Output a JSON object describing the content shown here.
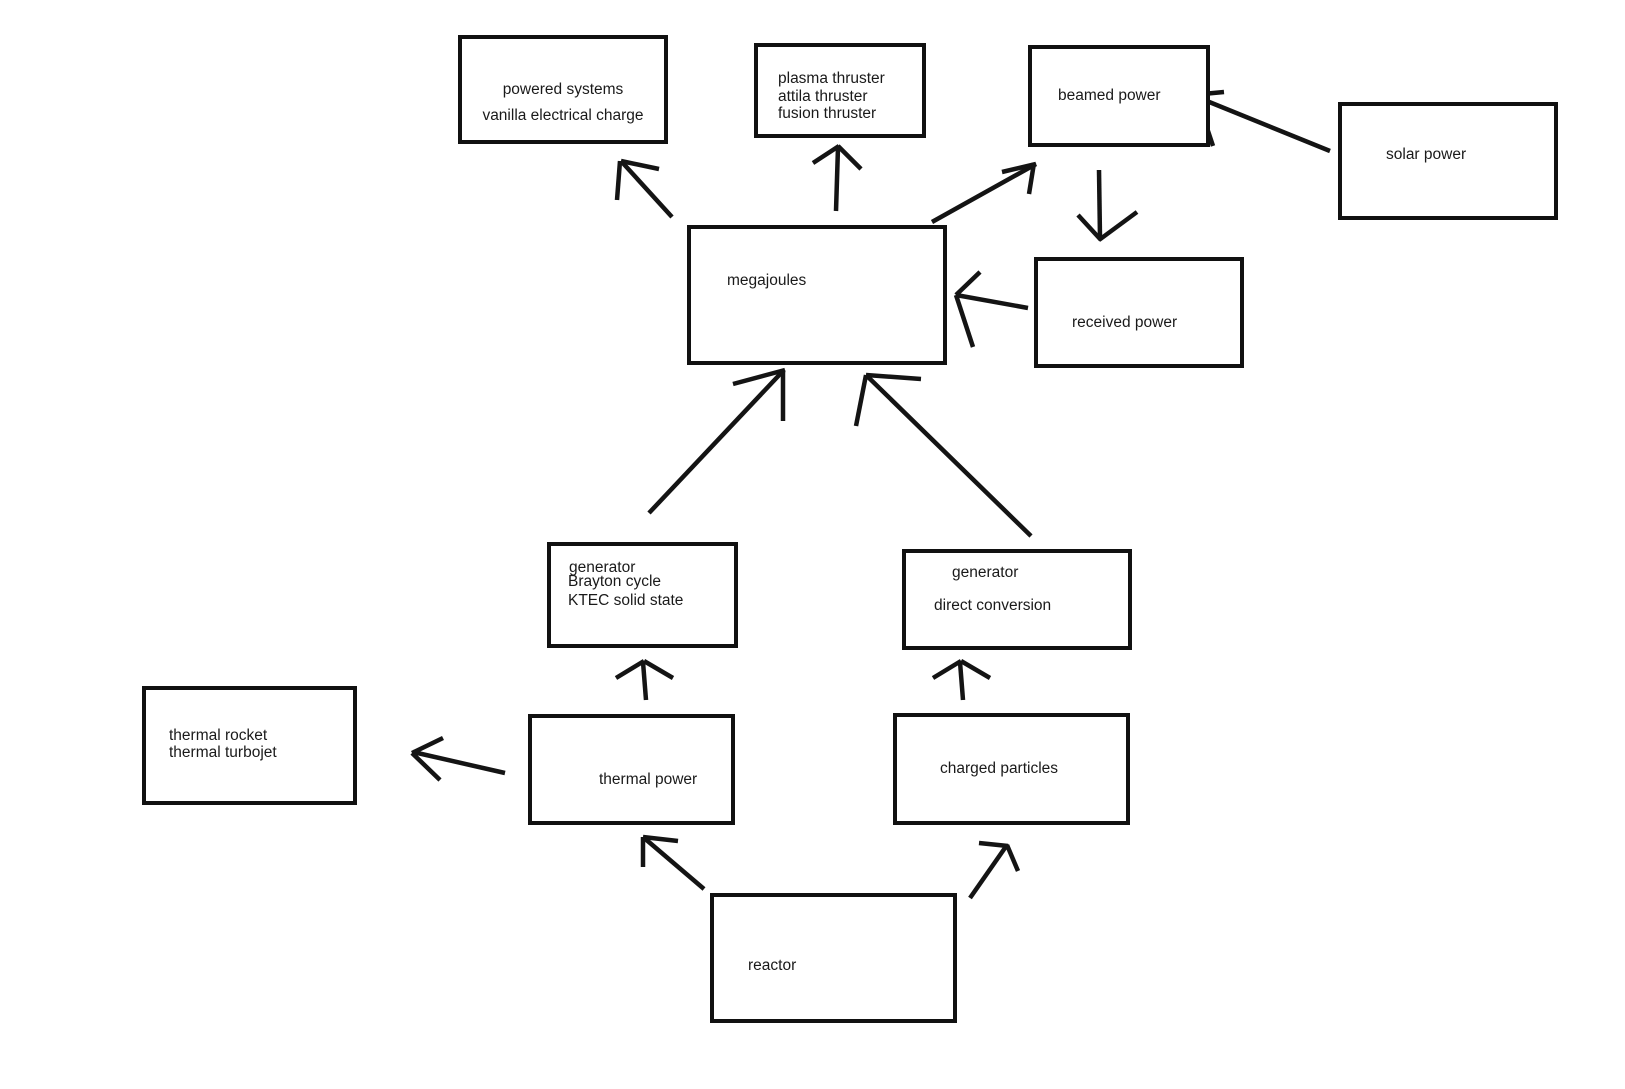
{
  "diagram": {
    "type": "flowchart",
    "nodes": {
      "powered_systems": {
        "lines": [
          "powered systems",
          "vanilla electrical charge"
        ]
      },
      "thrusters": {
        "lines": [
          "plasma thruster",
          "attila thruster",
          "fusion thruster"
        ]
      },
      "beamed_power": {
        "lines": [
          "beamed power"
        ]
      },
      "solar_power": {
        "lines": [
          "solar power"
        ]
      },
      "megajoules": {
        "lines": [
          "megajoules"
        ]
      },
      "received_power": {
        "lines": [
          "received power"
        ]
      },
      "generator_brayton": {
        "lines": [
          "generator",
          "Brayton cycle",
          "KTEC solid state"
        ]
      },
      "generator_direct": {
        "lines": [
          "generator",
          "direct conversion"
        ]
      },
      "thermal_rocket": {
        "lines": [
          "thermal rocket",
          "thermal turbojet"
        ]
      },
      "thermal_power": {
        "lines": [
          "thermal power"
        ]
      },
      "charged_particles": {
        "lines": [
          "charged particles"
        ]
      },
      "reactor": {
        "lines": [
          "reactor"
        ]
      }
    },
    "edges": [
      {
        "from": "megajoules",
        "to": "powered_systems"
      },
      {
        "from": "megajoules",
        "to": "thrusters"
      },
      {
        "from": "megajoules",
        "to": "beamed_power"
      },
      {
        "from": "solar_power",
        "to": "beamed_power"
      },
      {
        "from": "beamed_power",
        "to": "received_power"
      },
      {
        "from": "received_power",
        "to": "megajoules"
      },
      {
        "from": "generator_brayton",
        "to": "megajoules"
      },
      {
        "from": "generator_direct",
        "to": "megajoules"
      },
      {
        "from": "thermal_power",
        "to": "generator_brayton"
      },
      {
        "from": "charged_particles",
        "to": "generator_direct"
      },
      {
        "from": "thermal_power",
        "to": "thermal_rocket"
      },
      {
        "from": "reactor",
        "to": "thermal_power"
      },
      {
        "from": "reactor",
        "to": "charged_particles"
      }
    ],
    "colors": {
      "background": "#ffffff",
      "line": "#141414",
      "text": "#1a1a1a"
    }
  }
}
